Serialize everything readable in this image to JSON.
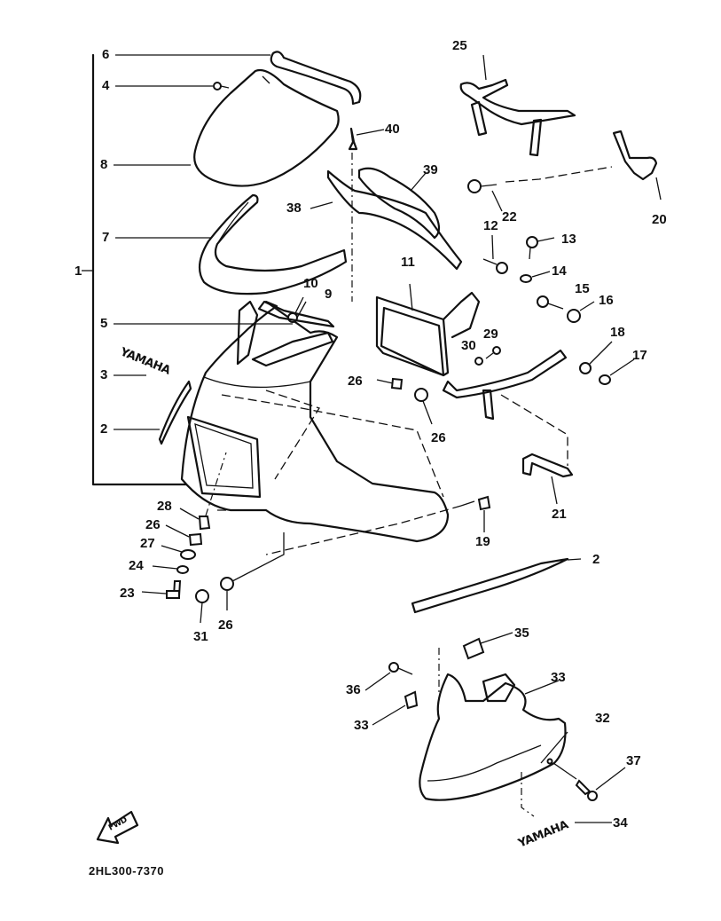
{
  "diagram": {
    "title_code": "2HL300-7370",
    "fwd_arrow_label": "FWD",
    "decal_text": "YAMAHA",
    "bracket_group_label": "1",
    "group_items": [
      "6",
      "4",
      "8",
      "7",
      "5",
      "3",
      "2"
    ],
    "callouts": {
      "c1": "1",
      "c2": "2",
      "c2b": "2",
      "c3": "3",
      "c4": "4",
      "c5": "5",
      "c6": "6",
      "c7": "7",
      "c8": "8",
      "c9": "9",
      "c10": "10",
      "c11": "11",
      "c12": "12",
      "c13": "13",
      "c14": "14",
      "c15": "15",
      "c16": "16",
      "c17": "17",
      "c18": "18",
      "c19": "19",
      "c20": "20",
      "c21": "21",
      "c22": "22",
      "c23": "23",
      "c24": "24",
      "c25": "25",
      "c26a": "26",
      "c26b": "26",
      "c26c": "26",
      "c26d": "26",
      "c27": "27",
      "c28": "28",
      "c29": "29",
      "c30": "30",
      "c31": "31",
      "c32": "32",
      "c33a": "33",
      "c33b": "33",
      "c34": "34",
      "c35": "35",
      "c36": "36",
      "c37": "37",
      "c38": "38",
      "c39": "39",
      "c40": "40"
    }
  }
}
